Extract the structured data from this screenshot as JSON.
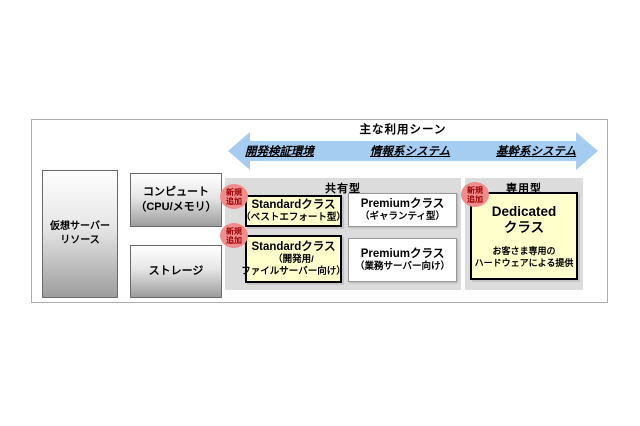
{
  "title": "主な利用シーン",
  "arrow": {
    "labels": [
      "開発検証環境",
      "情報系システム",
      "基幹系システム"
    ]
  },
  "resources": {
    "main": {
      "line1": "仮想サーバー",
      "line2": "リソース"
    },
    "compute": {
      "line1": "コンピュート",
      "line2": "（CPU/メモリ）"
    },
    "storage": {
      "line1": "ストレージ"
    }
  },
  "badge": {
    "line1": "新規",
    "line2": "追加"
  },
  "shared": {
    "header": "共有型",
    "standard1": {
      "title": "Standardクラス",
      "sub1": "（ベストエフォート型）"
    },
    "premium1": {
      "title": "Premiumクラス",
      "sub1": "（ギャランティ型）"
    },
    "standard2": {
      "title": "Standardクラス",
      "sub1": "（開発用/",
      "sub2": "ファイルサーバー向け）"
    },
    "premium2": {
      "title": "Premiumクラス",
      "sub1": "（業務サーバー向け）"
    }
  },
  "dedicated": {
    "header": "専用型",
    "box": {
      "title1": "Dedicated",
      "title2": "クラス",
      "desc1": "お客さま専用の",
      "desc2": "ハードウェアによる提供"
    }
  },
  "colors": {
    "highlight_box": "#FFFFCC",
    "panel_bg": "#DCDCDC",
    "arrow_blue": "#A5CDF2",
    "badge_bg": "#F08C8C",
    "badge_text": "#990000",
    "frame_border": "#ADADAD"
  }
}
